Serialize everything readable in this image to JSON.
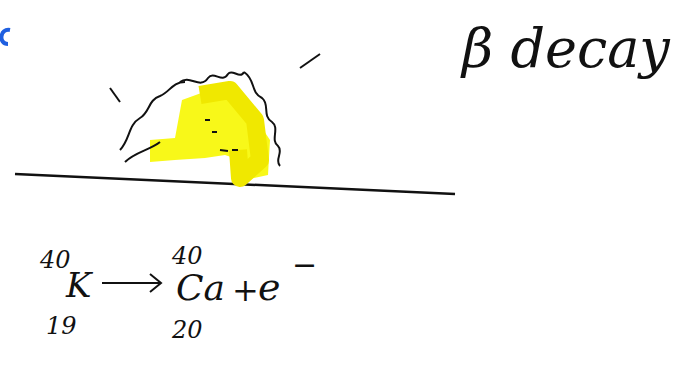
{
  "diagram": {
    "labels": [
      "β decay",
      "40",
      "K",
      "19",
      "40",
      "Ca",
      "+",
      "e",
      "−",
      "20"
    ]
  }
}
